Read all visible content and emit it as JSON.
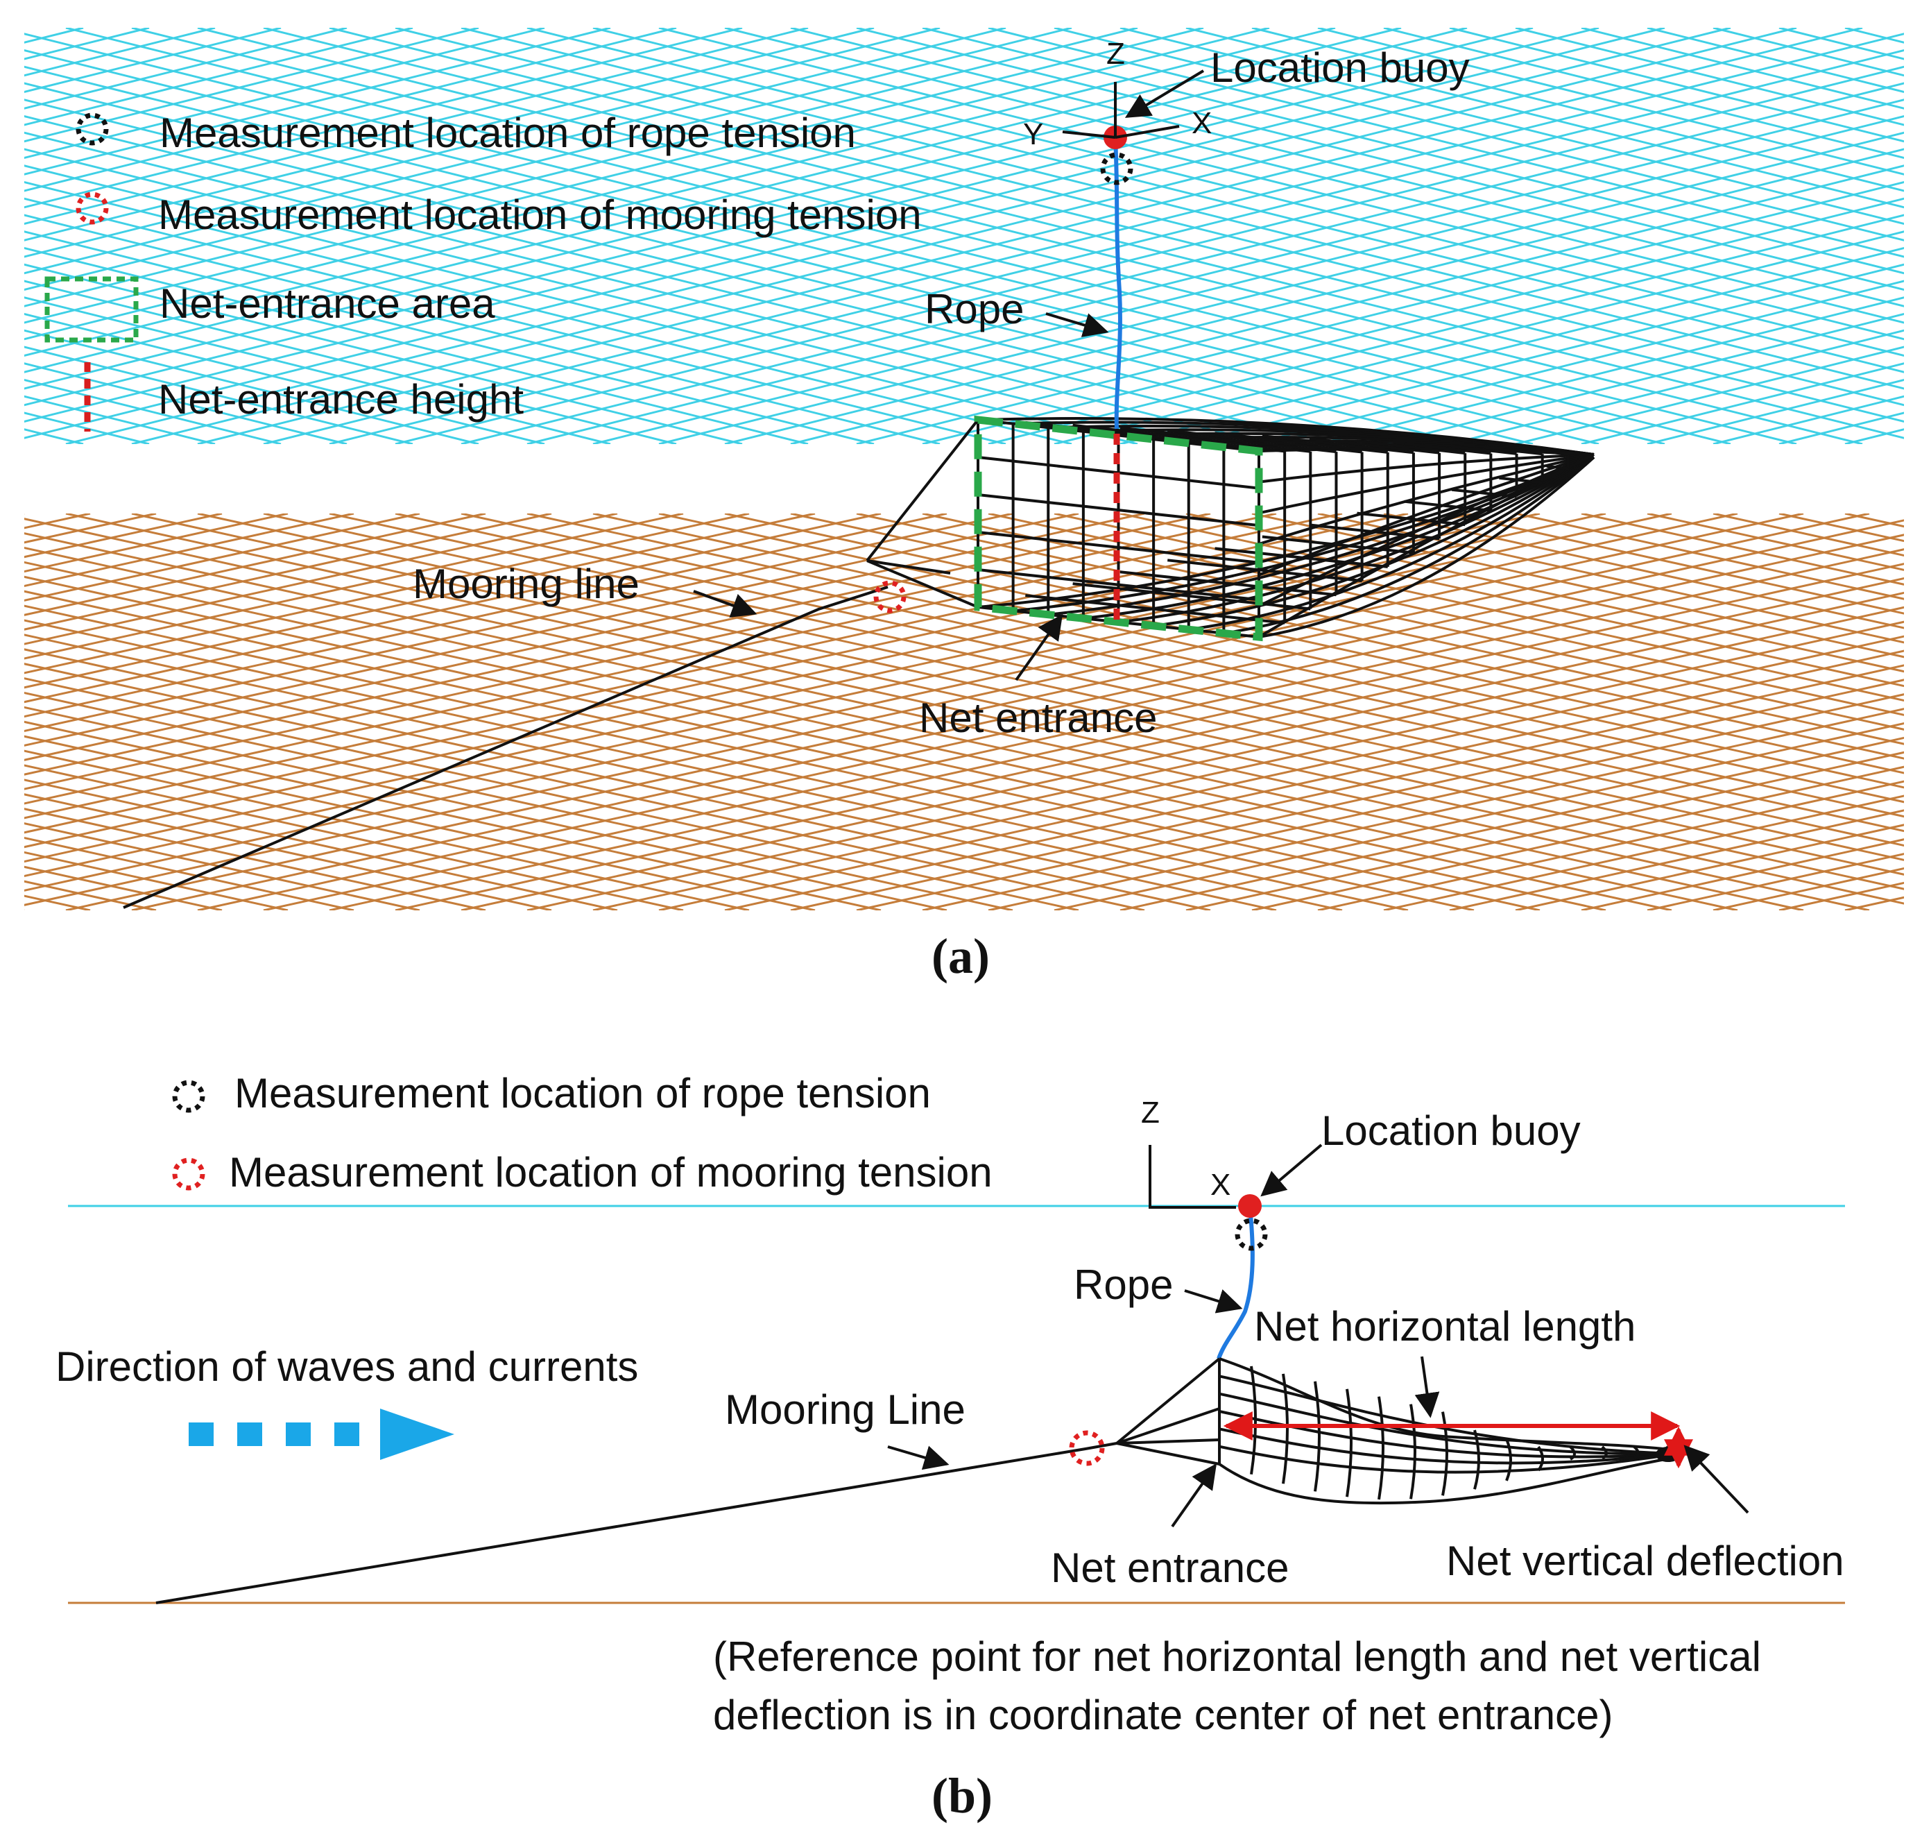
{
  "colors": {
    "water_grid": "#3fd0e6",
    "seabed_grid": "#c57d3a",
    "rope": "#1f7ae0",
    "net": "#111111",
    "entrance_area": "#2aa84a",
    "entrance_height": "#d81e1e",
    "rope_tension_marker": "#111111",
    "mooring_tension_marker": "#e02020",
    "flow_arrow": "#1aa7e8",
    "measure_arrow": "#e01818"
  },
  "panel_a": {
    "caption": "(a)",
    "legend": {
      "rope_tension": "Measurement location of rope tension",
      "mooring_tension": "Measurement location of mooring tension",
      "entrance_area": "Net-entrance area",
      "entrance_height": "Net-entrance height"
    },
    "labels": {
      "location_buoy": "Location buoy",
      "rope": "Rope",
      "mooring_line": "Mooring line",
      "net_entrance": "Net entrance"
    },
    "axes": {
      "z": "Z",
      "y": "Y",
      "x": "X"
    }
  },
  "panel_b": {
    "caption": "(b)",
    "legend": {
      "rope_tension": "Measurement location of rope tension",
      "mooring_tension": "Measurement location of mooring tension"
    },
    "labels": {
      "location_buoy": "Location buoy",
      "rope": "Rope",
      "net_horizontal_length": "Net horizontal length",
      "direction": "Direction of waves and currents",
      "mooring_line": "Mooring Line",
      "net_entrance": "Net entrance",
      "net_vertical_deflection": "Net vertical deflection",
      "note_line1": "(Reference point for net horizontal length and net vertical",
      "note_line2": "deflection is in coordinate center of net entrance)"
    },
    "axes": {
      "z": "Z",
      "x": "X"
    }
  }
}
